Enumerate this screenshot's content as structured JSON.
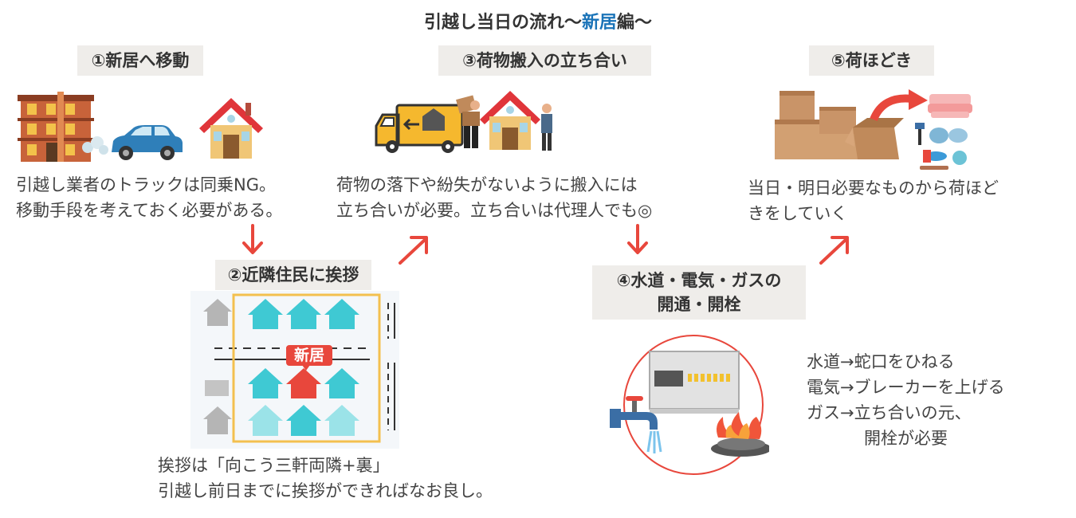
{
  "title": {
    "main": "引越し当日の流れ〜",
    "highlight": "新居",
    "suffix": "編〜"
  },
  "steps": [
    {
      "label": "①新居へ移動",
      "desc": [
        "引越し業者のトラックは同乗NG。",
        "移動手段を考えておく必要がある。"
      ]
    },
    {
      "label": "②近隣住民に挨拶",
      "badge": "新居",
      "desc": [
        "挨拶は「向こう三軒両隣+裏」",
        "引越し前日までに挨拶ができればなお良し。"
      ]
    },
    {
      "label": "③荷物搬入の立ち合い",
      "desc": [
        "荷物の落下や紛失がないように搬入には",
        "立ち合いが必要。立ち合いは代理人でも◎"
      ]
    },
    {
      "label": [
        "④水道・電気・ガスの",
        "開通・開栓"
      ],
      "desc": [
        "水道→蛇口をひねる",
        "電気→ブレーカーを上げる",
        "ガス→立ち合いの元、",
        "開栓が必要"
      ]
    },
    {
      "label": "⑤荷ほどき",
      "desc": [
        "当日・明日必要なものから荷ほど",
        "きをしていく"
      ]
    }
  ],
  "colors": {
    "accent": "#e8473c",
    "highlight": "#1a73b8",
    "label_bg": "#efedea",
    "house_cyan": "#3fc9d3",
    "map_frame": "#f3c04f"
  }
}
